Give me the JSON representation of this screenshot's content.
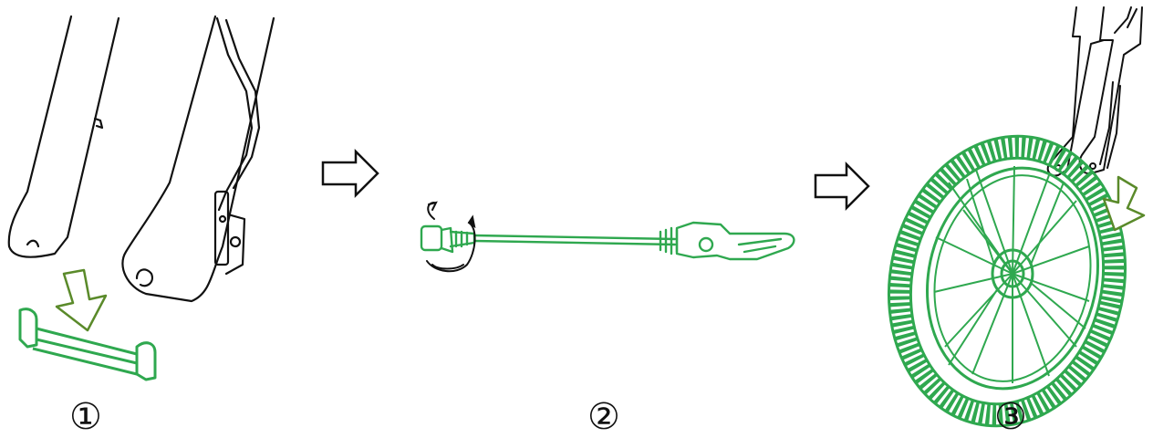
{
  "steps": [
    {
      "number": "①"
    },
    {
      "number": "②"
    },
    {
      "number": "③"
    }
  ],
  "colors": {
    "accent": "#2fa84f",
    "arrow_outline": "#5a8a2a",
    "line": "#111111"
  },
  "icons": [
    "fork-legs-icon",
    "fork-spacer-icon",
    "down-arrow-icon",
    "right-arrow-icon",
    "quick-release-skewer-icon",
    "rotate-icon",
    "wheel-icon"
  ]
}
